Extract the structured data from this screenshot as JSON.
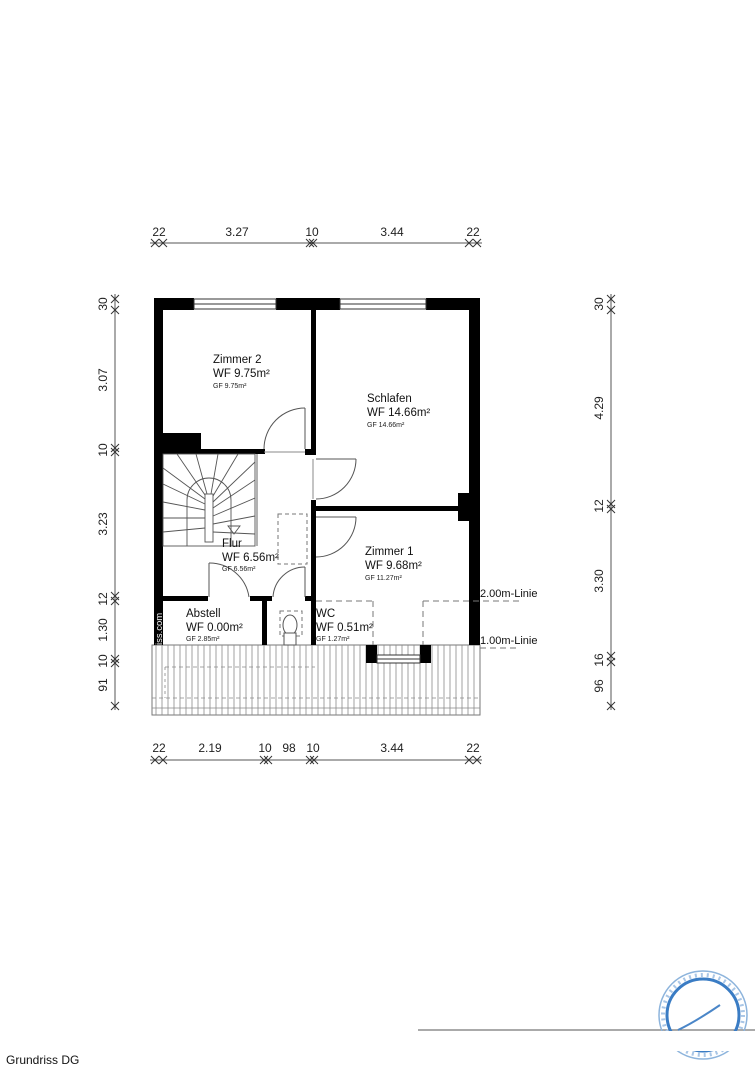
{
  "drawing": {
    "title": "Grundriss DG",
    "watermark_text": "iss.com",
    "stamp_icon": "certification-stamp-icon"
  },
  "rooms": [
    {
      "id": "zimmer2",
      "name": "Zimmer 2",
      "wf": "WF 9.75m²",
      "gf": "GF 9.75m²"
    },
    {
      "id": "schlafen",
      "name": "Schlafen",
      "wf": "WF 14.66m²",
      "gf": "GF 14.66m²"
    },
    {
      "id": "flur",
      "name": "Flur",
      "wf": "WF 6.56m²",
      "gf": "GF 6.56m²"
    },
    {
      "id": "zimmer1",
      "name": "Zimmer 1",
      "wf": "WF 9.68m²",
      "gf": "GF 11.27m²"
    },
    {
      "id": "abstell",
      "name": "Abstell",
      "wf": "WF 0.00m²",
      "gf": "GF 2.85m²"
    },
    {
      "id": "wc",
      "name": "WC",
      "wf": "WF 0.51m²",
      "gf": "GF 1.27m²"
    }
  ],
  "height_lines": {
    "line_200": "2.00m-Linie",
    "line_100": "1.00m-Linie"
  },
  "dimensions": {
    "top": [
      "22",
      "3.27",
      "10",
      "3.44",
      "22"
    ],
    "bottom": [
      "22",
      "2.19",
      "10",
      "98",
      "10",
      "3.44",
      "22"
    ],
    "left": [
      "30",
      "3.07",
      "10",
      "3.23",
      "12",
      "1.30",
      "10",
      "91"
    ],
    "right": [
      "30",
      "4.29",
      "12",
      "3.30",
      "16",
      "96"
    ]
  }
}
